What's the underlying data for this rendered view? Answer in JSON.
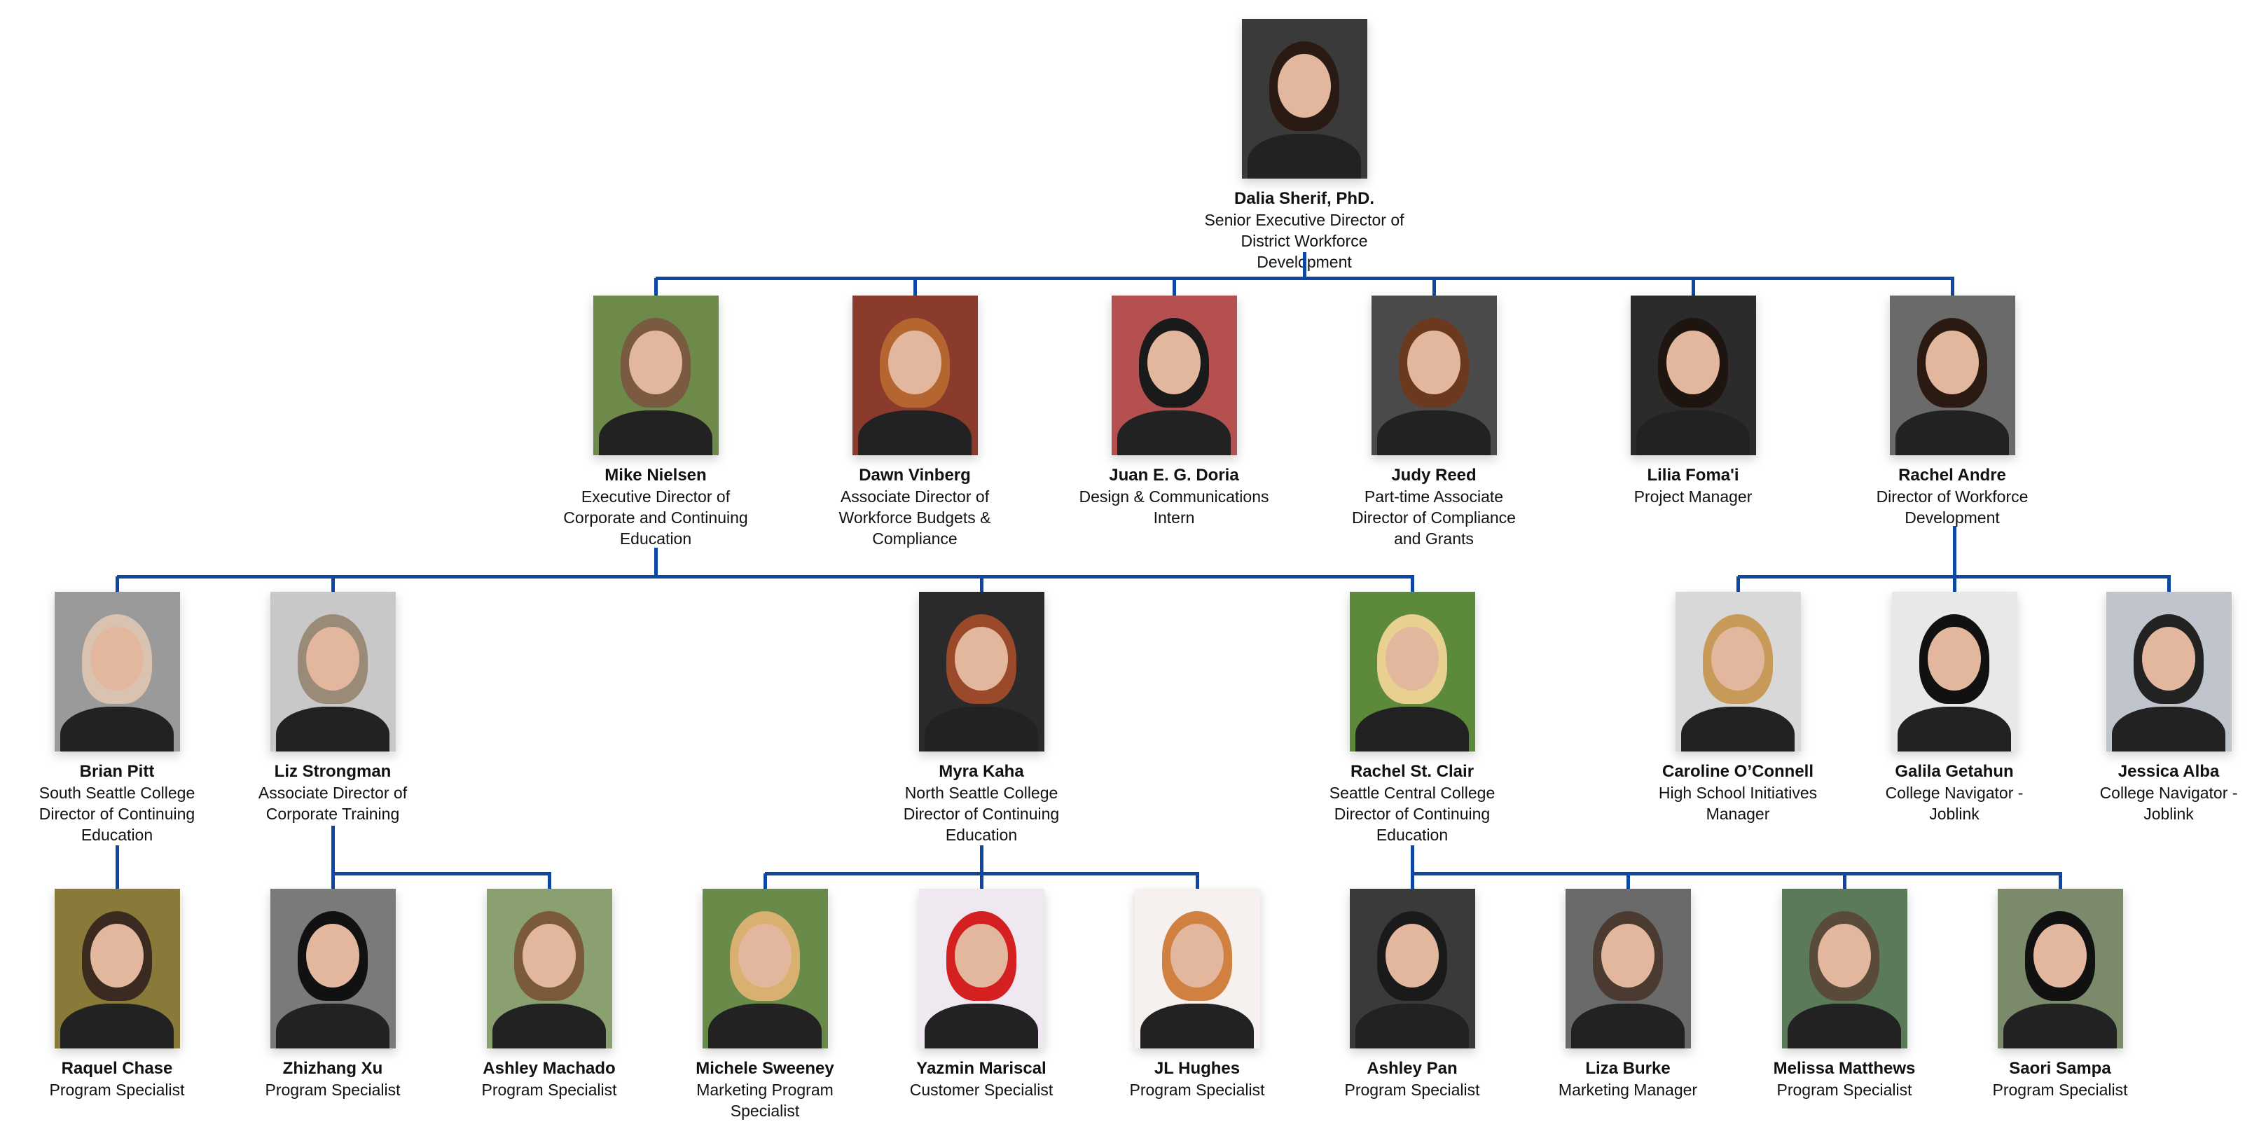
{
  "line_color": "#0d47a1",
  "people": [
    {
      "name": "Dalia Sherif, PhD.",
      "title": [
        "Senior Executive Director of",
        "District Workforce Development"
      ]
    },
    {
      "name": "Mike Nielsen",
      "title": [
        "Executive Director of",
        "Corporate and Continuing",
        "Education"
      ]
    },
    {
      "name": "Dawn Vinberg",
      "title": [
        "Associate Director of",
        "Workforce Budgets &",
        "Compliance"
      ]
    },
    {
      "name": "Juan E. G. Doria",
      "title": [
        "Design & Communications",
        "Intern"
      ]
    },
    {
      "name": "Judy Reed",
      "title": [
        "Part-time Associate",
        "Director of Compliance",
        "and Grants"
      ]
    },
    {
      "name": "Lilia Foma'i",
      "title": [
        "Project Manager"
      ]
    },
    {
      "name": "Rachel Andre",
      "title": [
        "Director of Workforce",
        "Development"
      ]
    },
    {
      "name": "Brian Pitt",
      "title": [
        "South Seattle College",
        "Director of Continuing",
        "Education"
      ]
    },
    {
      "name": "Liz Strongman",
      "title": [
        "Associate Director of",
        "Corporate Training"
      ]
    },
    {
      "name": "Myra Kaha",
      "title": [
        "North Seattle College",
        "Director of Continuing",
        "Education"
      ]
    },
    {
      "name": "Rachel St. Clair",
      "title": [
        "Seattle Central College",
        "Director of Continuing",
        "Education"
      ]
    },
    {
      "name": "Caroline O’Connell",
      "title": [
        "High School Initiatives",
        "Manager"
      ]
    },
    {
      "name": "Galila Getahun",
      "title": [
        "College Navigator -",
        "Joblink"
      ]
    },
    {
      "name": "Jessica Alba",
      "title": [
        "College Navigator -",
        "Joblink"
      ]
    },
    {
      "name": "Raquel Chase",
      "title": [
        "Program Specialist"
      ]
    },
    {
      "name": "Zhizhang Xu",
      "title": [
        "Program Specialist"
      ]
    },
    {
      "name": "Ashley Machado",
      "title": [
        "Program Specialist"
      ]
    },
    {
      "name": "Michele Sweeney",
      "title": [
        "Marketing Program",
        "Specialist"
      ]
    },
    {
      "name": "Yazmin Mariscal",
      "title": [
        "Customer Specialist"
      ]
    },
    {
      "name": "JL Hughes",
      "title": [
        "Program Specialist"
      ]
    },
    {
      "name": "Ashley Pan",
      "title": [
        "Program Specialist"
      ]
    },
    {
      "name": "Liza Burke",
      "title": [
        "Marketing Manager"
      ]
    },
    {
      "name": "Melissa Matthews",
      "title": [
        "Program Specialist"
      ]
    },
    {
      "name": "Saori Sampa",
      "title": [
        "Program Specialist"
      ]
    }
  ]
}
